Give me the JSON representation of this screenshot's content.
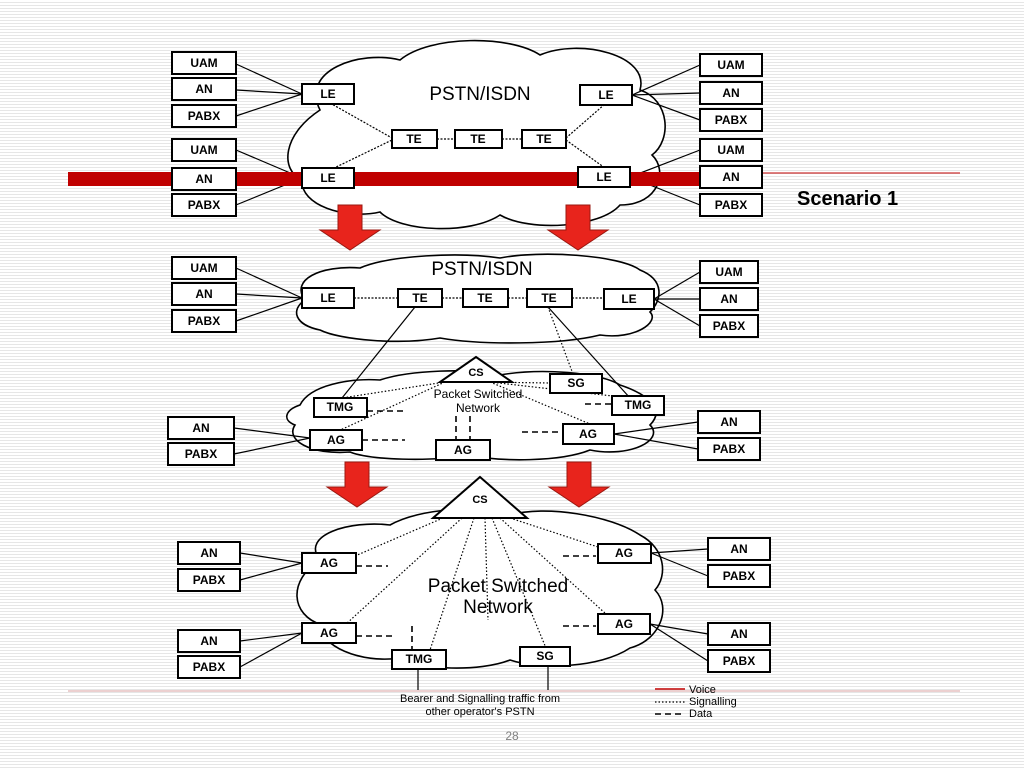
{
  "labels": {
    "uam": "UAM",
    "an": "AN",
    "pabx": "PABX",
    "le": "LE",
    "te": "TE",
    "tmg": "TMG",
    "sg": "SG",
    "ag": "AG",
    "cs": "CS"
  },
  "panel1": {
    "cloud_title": "PSTN/ISDN"
  },
  "panel2": {
    "cloud_title": "PSTN/ISDN",
    "psn_line1": "Packet Switched",
    "psn_line2": "Network"
  },
  "panel3": {
    "psn_line1": "Packet Switched",
    "psn_line2": "Network"
  },
  "scenario_label": "Scenario 1",
  "caption_line1": "Bearer and Signalling traffic from",
  "caption_line2": "other operator's PSTN",
  "legend": {
    "voice": "Voice",
    "signalling": "Signalling",
    "data": "Data"
  },
  "page_number": "28",
  "colors": {
    "accent_bar": "#c00000",
    "arrow_fill": "#e8241c",
    "divider": "#d9a0a0"
  }
}
